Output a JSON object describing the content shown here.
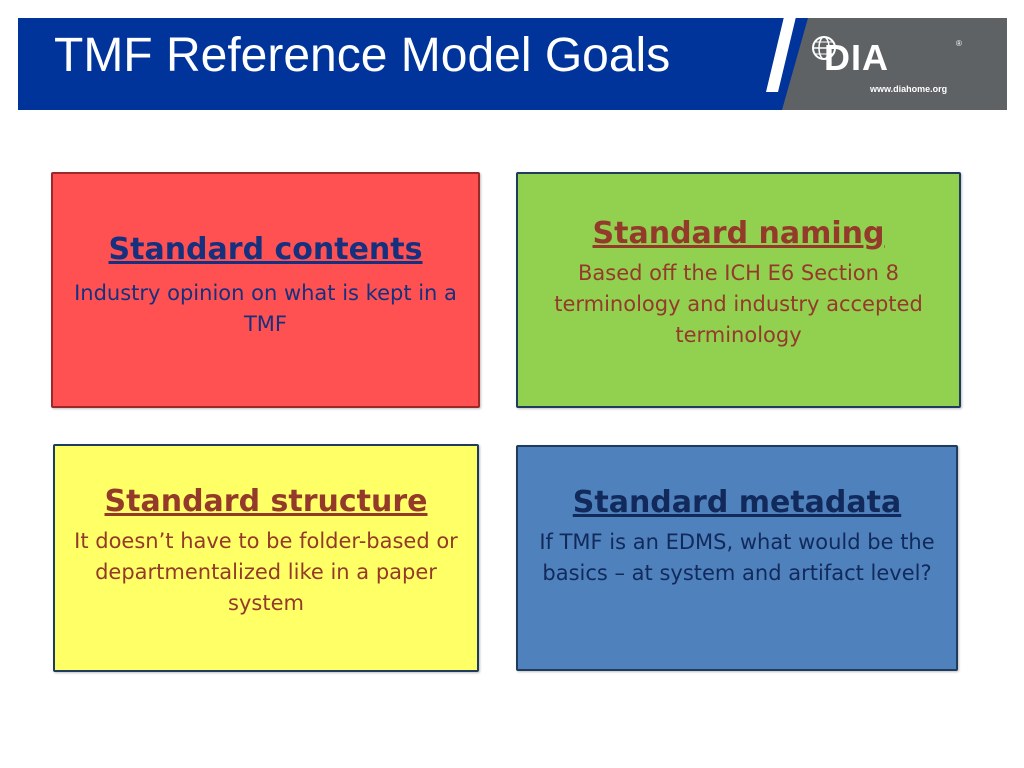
{
  "header": {
    "title": "TMF Reference Model Goals",
    "logo": {
      "word": "DIA",
      "registered": "®",
      "url": "www.diahome.org",
      "icon": "globe-icon"
    }
  },
  "boxes": {
    "contents": {
      "title": "Standard contents",
      "text": "Industry opinion on what is kept in a TMF",
      "background": "#ff5151",
      "title_color": "#15307e",
      "text_color": "#15307e"
    },
    "naming": {
      "title": "Standard naming",
      "text": "Based off the ICH E6   Section 8 terminology and industry accepted terminology",
      "background": "#92d050",
      "title_color": "#933a2a",
      "text_color": "#933a2a"
    },
    "structure": {
      "title": "Standard structure",
      "text": "It doesn’t have to be folder-based or departmentalized like in a paper system",
      "background": "#ffff66",
      "title_color": "#933a2a",
      "text_color": "#933a2a"
    },
    "metadata": {
      "title": "Standard metadata",
      "text": "If TMF is an EDMS, what would be the basics – at system and artifact level?",
      "background": "#4f81bd",
      "title_color": "#112a5b",
      "text_color": "#112a5b"
    }
  },
  "colors": {
    "header_blue": "#00349b",
    "logo_gray": "#5f6265"
  }
}
